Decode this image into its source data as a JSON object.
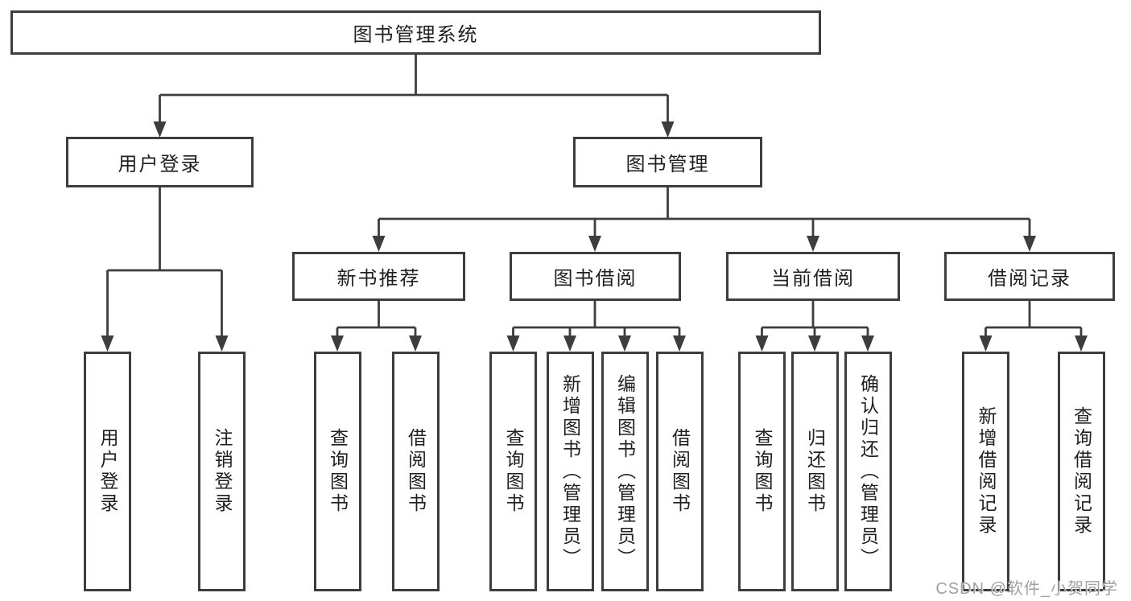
{
  "tree": {
    "label": "图书管理系统",
    "children": [
      {
        "label": "用户登录",
        "children": [
          {
            "label": "用户登录"
          },
          {
            "label": "注销登录"
          }
        ]
      },
      {
        "label": "图书管理",
        "children": [
          {
            "label": "新书推荐",
            "children": [
              {
                "label": "查询图书"
              },
              {
                "label": "借阅图书"
              }
            ]
          },
          {
            "label": "图书借阅",
            "children": [
              {
                "label": "查询图书"
              },
              {
                "label": "新增图书（管理员）"
              },
              {
                "label": "编辑图书（管理员）"
              },
              {
                "label": "借阅图书"
              }
            ]
          },
          {
            "label": "当前借阅",
            "children": [
              {
                "label": "查询图书"
              },
              {
                "label": "归还图书"
              },
              {
                "label": "确认归还（管理员）"
              }
            ]
          },
          {
            "label": "借阅记录",
            "children": [
              {
                "label": "新增借阅记录"
              },
              {
                "label": "查询借阅记录"
              }
            ]
          }
        ]
      }
    ]
  },
  "watermark": {
    "text": "CSDN @软件_小贺同学"
  },
  "colors": {
    "line": "#3d3d3d",
    "box_border": "#3d3d3d",
    "box_background": "#ffffff",
    "text": "#1f1f1f",
    "watermark": "#a0a0a0",
    "page_background": "#ffffff"
  }
}
